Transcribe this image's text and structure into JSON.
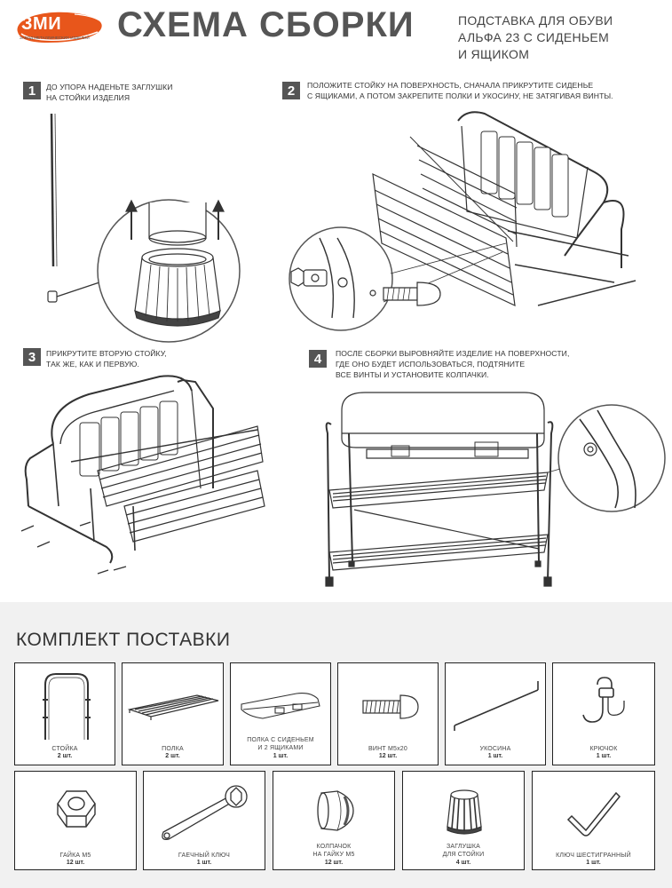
{
  "header": {
    "logo_text": "ЗМИ",
    "logo_subtext": "ЗАВОД МЕТАЛЛИЧЕСКИХ ИЗДЕЛИЙ",
    "title": "СХЕМА СБОРКИ",
    "subtitle_line1": "ПОДСТАВКА ДЛЯ ОБУВИ",
    "subtitle_line2": "АЛЬФА 23 С СИДЕНЬЕМ",
    "subtitle_line3": "И ЯЩИКОМ",
    "accent_color": "#e8561b"
  },
  "steps": [
    {
      "number": "1",
      "line1": "ДО УПОРА НАДЕНЬТЕ ЗАГЛУШКИ",
      "line2": "НА СТОЙКИ ИЗДЕЛИЯ",
      "line3": ""
    },
    {
      "number": "2",
      "line1": "ПОЛОЖИТЕ СТОЙКУ НА ПОВЕРХНОСТЬ, СНАЧАЛА ПРИКРУТИТЕ  СИДЕНЬЕ",
      "line2": "С ЯЩИКАМИ, А ПОТОМ ЗАКРЕПИТЕ  ПОЛКИ И УКОСИНУ, НЕ ЗАТЯГИВАЯ ВИНТЫ.",
      "line3": ""
    },
    {
      "number": "3",
      "line1": "ПРИКРУТИТЕ ВТОРУЮ СТОЙКУ,",
      "line2": "ТАК ЖЕ, КАК И ПЕРВУЮ.",
      "line3": ""
    },
    {
      "number": "4",
      "line1": "ПОСЛЕ СБОРКИ ВЫРОВНЯЙТЕ ИЗДЕЛИЕ НА ПОВЕРХНОСТИ,",
      "line2": "ГДЕ ОНО БУДЕТ ИСПОЛЬЗОВАТЬСЯ, ПОДТЯНИТЕ",
      "line3": "ВСЕ ВИНТЫ И УСТАНОВИТЕ КОЛПАЧКИ."
    }
  ],
  "kit": {
    "title": "КОМПЛЕКТ ПОСТАВКИ",
    "items": [
      {
        "label": "СТОЙКА",
        "qty": "2 шт.",
        "icon": "rack-post-icon"
      },
      {
        "label": "ПОЛКА",
        "qty": "2 шт.",
        "icon": "shelf-icon"
      },
      {
        "label": "ПОЛКА С СИДЕНЬЕМ\nИ 2 ЯЩИКАМИ",
        "qty": "1 шт.",
        "icon": "seat-shelf-icon"
      },
      {
        "label": "ВИНТ М5х20",
        "qty": "12 шт.",
        "icon": "screw-icon"
      },
      {
        "label": "УКОСИНА",
        "qty": "1 шт.",
        "icon": "brace-icon"
      },
      {
        "label": "КРЮЧОК",
        "qty": "1 шт.",
        "icon": "hook-icon"
      },
      {
        "label": "ГАЙКА М5",
        "qty": "12 шт.",
        "icon": "nut-icon"
      },
      {
        "label": "ГАЕЧНЫЙ КЛЮЧ",
        "qty": "1 шт.",
        "icon": "wrench-icon"
      },
      {
        "label": "КОЛПАЧОК\nНА ГАЙКУ М5",
        "qty": "12 шт.",
        "icon": "cap-icon"
      },
      {
        "label": "ЗАГЛУШКА\nДЛЯ СТОЙКИ",
        "qty": "4 шт.",
        "icon": "plug-icon"
      },
      {
        "label": "КЛЮЧ ШЕСТИГРАННЫЙ",
        "qty": "1 шт.",
        "icon": "hex-key-icon"
      }
    ]
  }
}
